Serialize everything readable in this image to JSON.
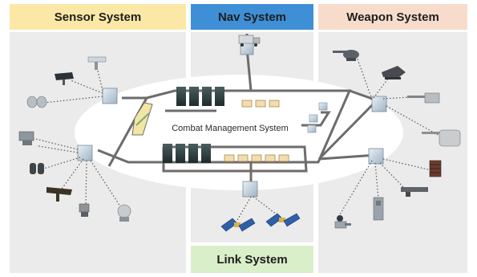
{
  "headers": {
    "sensor": "Sensor System",
    "nav": "Nav System",
    "weapon": "Weapon System",
    "link": "Link System"
  },
  "core_label": "Combat Management System",
  "colors": {
    "sensor_header": "#fbe8a6",
    "nav_header": "#3f8fd6",
    "weapon_header": "#f8dccb",
    "link_header": "#d9efc9",
    "panel_bg": "#ebebeb",
    "ellipse": "#ffffff",
    "bus_line": "#6c6c6c",
    "node_box": "#cfdde8"
  },
  "icons": {
    "sensor": [
      "radar-antenna-icon",
      "solar-panel-radar-icon",
      "sonar-pod-icon",
      "dish-antenna-icon",
      "binocular-sensor-icon",
      "gun-sight-icon",
      "camera-tripod-icon",
      "radar-dome-icon"
    ],
    "nav": [
      "gps-receiver-truck-icon"
    ],
    "weapon": [
      "turret-gun-icon",
      "missile-launcher-icon",
      "cannon-mount-icon",
      "naval-gun-icon",
      "torpedo-rack-icon",
      "launcher-rail-icon",
      "vertical-launch-cell-icon",
      "ciws-gun-icon"
    ],
    "link": [
      "satellite-left-icon",
      "satellite-right-icon"
    ]
  }
}
